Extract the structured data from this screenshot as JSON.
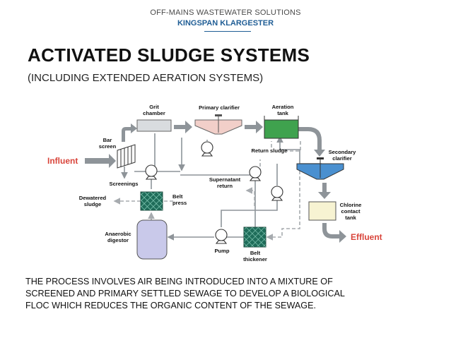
{
  "header": {
    "line1": "OFF-MAINS WASTEWATER SOLUTIONS",
    "line2": "KINGSPAN KLARGESTER"
  },
  "title": "ACTIVATED SLUDGE SYSTEMS",
  "subtitle": "(INCLUDING EXTENDED AERATION SYSTEMS)",
  "diagram": {
    "influent": "Influent",
    "effluent": "Effluent",
    "grit_chamber": [
      "Grit",
      "chamber"
    ],
    "primary_clarifier": "Primary clarifier",
    "aeration_tank": [
      "Aeration",
      "tank"
    ],
    "bar_screen": [
      "Bar",
      "screen"
    ],
    "return_sludge": "Return sludge",
    "secondary_clarifier": [
      "Secondary",
      "clarifier"
    ],
    "screenings": "Screenings",
    "supernatant_return": [
      "Supernatant",
      "return"
    ],
    "dewatered_sludge": [
      "Dewatered",
      "sludge"
    ],
    "belt_press": [
      "Belt",
      "press"
    ],
    "chlorine_contact_tank": [
      "Chlorine",
      "contact",
      "tank"
    ],
    "anaerobic_digestor": [
      "Anaerobic",
      "digestor"
    ],
    "pump": "Pump",
    "belt_thickener": [
      "Belt",
      "thickener"
    ],
    "colors": {
      "arrow_gray": "#8e9499",
      "dashed_gray": "#a7abaf",
      "clarifier_pink": "#f2cfc9",
      "aeration_green": "#3fa24e",
      "clarifier_blue": "#4a90d0",
      "press_green": "#1f6d5a",
      "digestor_lavender": "#c9c9ea",
      "chlorine_yellow": "#f7f3d2",
      "label_red": "#d9453b"
    }
  },
  "body_text": "THE PROCESS INVOLVES AIR BEING INTRODUCED INTO A MIXTURE OF SCREENED AND PRIMARY SETTLED SEWAGE TO DEVELOP A BIOLOGICAL FLOC WHICH REDUCES THE ORGANIC CONTENT OF THE SEWAGE."
}
